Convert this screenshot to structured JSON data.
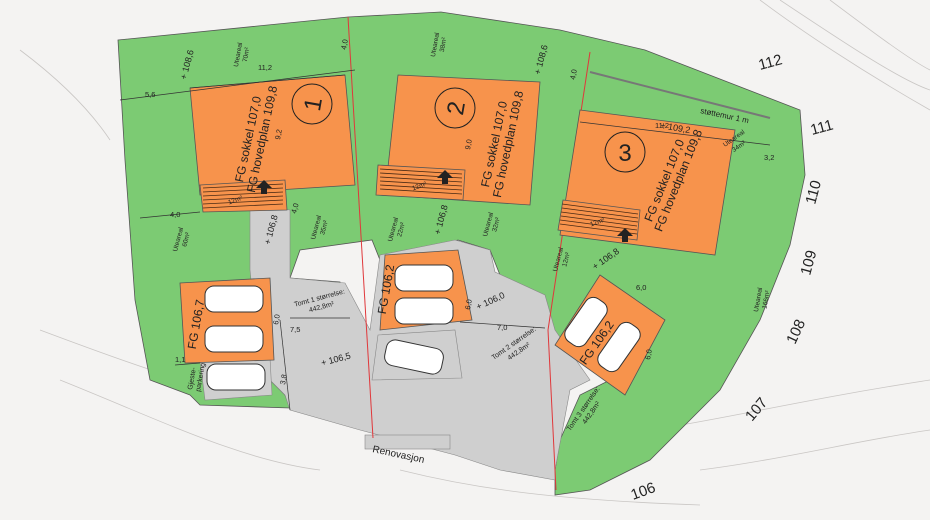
{
  "plots": [
    {
      "number": "1",
      "fg_sokkel": "FG sokkel 107,0",
      "fg_hovedplan": "FG hovedplan 109,8"
    },
    {
      "number": "2",
      "fg_sokkel": "FG sokkel 107,0",
      "fg_hovedplan": "FG hovedplan 109,8"
    },
    {
      "number": "3",
      "fg_sokkel": "FG sokkel 107,0",
      "fg_hovedplan": "FG hovedplan 109,8"
    }
  ],
  "parking": [
    "FG 106,7",
    "FG 106,2",
    "FG 106,2"
  ],
  "plot_sizes": [
    {
      "label": "Tomt 1 størrelse:",
      "area": "442,8m²"
    },
    {
      "label": "Tomt 2 størrelse:",
      "area": "442,8m²"
    },
    {
      "label": "Tomt 3 størrelse:",
      "area": "442,8m²"
    }
  ],
  "uteareal": [
    {
      "label": "Uteareal",
      "area": "70m²"
    },
    {
      "label": "Uteareal",
      "area": "38m²"
    },
    {
      "label": "Uteareal",
      "area": "34m²"
    },
    {
      "label": "Uteareal",
      "area": "60m²"
    },
    {
      "label": "Uteareal",
      "area": "35m²"
    },
    {
      "label": "Uteareal",
      "area": "22m²"
    },
    {
      "label": "Uteareal",
      "area": "32m²"
    },
    {
      "label": "Uteareal",
      "area": "12m²"
    },
    {
      "label": "Uteareal",
      "area": "166m²"
    }
  ],
  "terrace_area": "12m²",
  "elevations": [
    "+ 108,6",
    "+ 108,6",
    "+ 109,2",
    "+ 106,8",
    "+ 106,8",
    "+ 106,8",
    "+ 106,0",
    "+ 106,5"
  ],
  "dimensions": [
    "11,2",
    "5,6",
    "4,0",
    "4,0",
    "4,0",
    "9,2",
    "9,0",
    "11,2",
    "3,2",
    "4,0",
    "6,0",
    "6,0",
    "7,5",
    "7,0",
    "6,0",
    "6,0",
    "1,1",
    "3,8"
  ],
  "contours": [
    "112",
    "111",
    "110",
    "109",
    "108",
    "107",
    "106"
  ],
  "labels": {
    "stottemur": "støttemur 1 m",
    "renovasjon": "Renovasjon",
    "gjesteparkering_1": "Gjeste-",
    "gjesteparkering_2": "parkering"
  },
  "colors": {
    "green": "#7ccb73",
    "orange": "#f7934c",
    "gray": "#cfcfcf",
    "red_line": "#e0383b"
  }
}
